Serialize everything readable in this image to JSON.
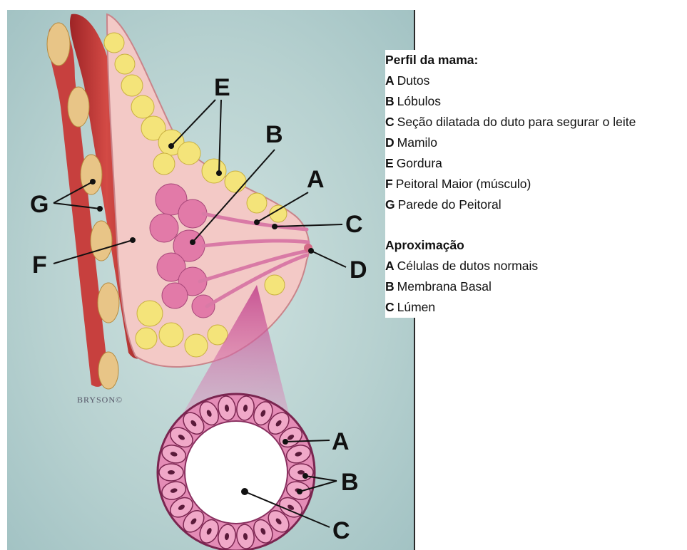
{
  "legend": {
    "profile_title": "Perfil da mama:",
    "profile_items": [
      {
        "letter": "A",
        "text": "Dutos"
      },
      {
        "letter": "B",
        "text": "Lóbulos"
      },
      {
        "letter": "C",
        "text": "Seção dilatada do duto para segurar o leite"
      },
      {
        "letter": "D",
        "text": "Mamilo"
      },
      {
        "letter": "E",
        "text": "Gordura"
      },
      {
        "letter": "F",
        "text": "Peitoral Maior (músculo)"
      },
      {
        "letter": "G",
        "text": "Parede do Peitoral"
      }
    ],
    "zoom_title": "Aproximação",
    "zoom_items": [
      {
        "letter": "A",
        "text": "Células de dutos normais"
      },
      {
        "letter": "B",
        "text": "Membrana Basal"
      },
      {
        "letter": "C",
        "text": "Lúmen"
      }
    ]
  },
  "callouts": {
    "profile": [
      "A",
      "B",
      "C",
      "D",
      "E",
      "F",
      "G"
    ],
    "zoom": [
      "A",
      "B",
      "C"
    ]
  },
  "signature": "BRYSON©",
  "colors": {
    "background": "#b9d3d3",
    "fat": "#f3e57a",
    "muscle": "#c8383a",
    "rib": "#e9c98a",
    "tissue": "#f2c4c8",
    "lobule": "#e07aa8",
    "cell": "#f0a8c8"
  }
}
